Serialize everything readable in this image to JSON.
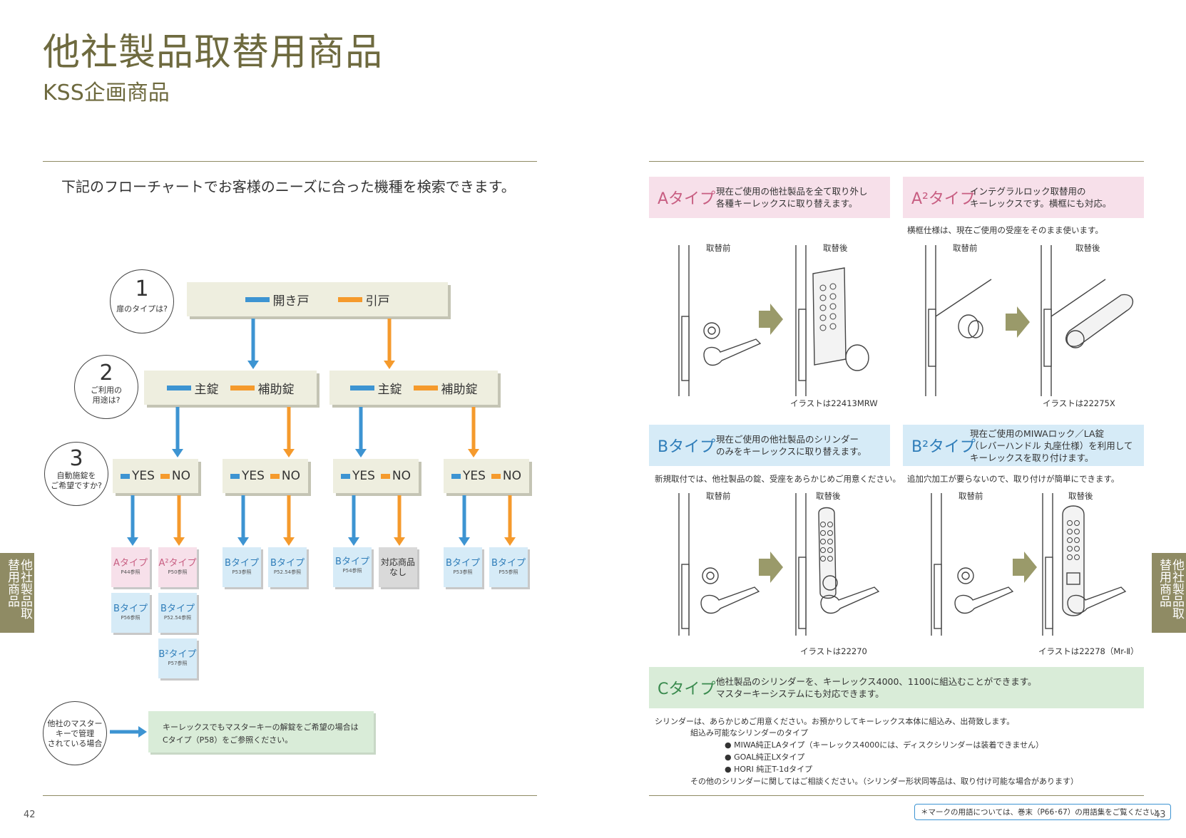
{
  "left": {
    "title": "他社製品取替用商品",
    "subtitle": "KSS企画商品",
    "intro": "下記のフローチャートでお客様のニーズに合った機種を検索できます。",
    "questions": [
      {
        "num": "1",
        "text1": "扉のタイプは?",
        "text2": ""
      },
      {
        "num": "2",
        "text1": "ご利用の",
        "text2": "用途は?"
      },
      {
        "num": "3",
        "text1": "自動施錠を",
        "text2": "ご希望ですか?"
      }
    ],
    "door": {
      "hinged": "開き戸",
      "sliding": "引戸"
    },
    "usage": {
      "main": "主錠",
      "aux": "補助錠"
    },
    "yes": "YES",
    "no": "NO",
    "results": {
      "r1": {
        "t": "Aタイプ",
        "r": "P44参照"
      },
      "r2": {
        "t": "A²タイプ",
        "r": "P50参照"
      },
      "r3": {
        "t": "Bタイプ",
        "r": "P56参照"
      },
      "r4": {
        "t": "Bタイプ",
        "r": "P52.54参照"
      },
      "r5": {
        "t": "B²タイプ",
        "r": "P57参照"
      },
      "r6": {
        "t": "Bタイプ",
        "r": "P53参照"
      },
      "r7": {
        "t": "Bタイプ",
        "r": "P52.54参照"
      },
      "r8": {
        "t": "Bタイプ",
        "r": "P54参照"
      },
      "r9": {
        "t1": "対応商品",
        "t2": "なし"
      },
      "r10": {
        "t": "Bタイプ",
        "r": "P53参照"
      },
      "r11": {
        "t": "Bタイプ",
        "r": "P55参照"
      }
    },
    "master": {
      "q1": "他社のマスター",
      "q2": "キーで管理",
      "q3": "されている場合",
      "a1": "キーレックスでもマスターキーの解錠をご希望の場合は",
      "a2": "Cタイプ（P58）をご参照ください。"
    },
    "page_no": "42",
    "side_tab": "他社製品取替用商品"
  },
  "right": {
    "a": {
      "name": "Aタイプ",
      "d1": "現在ご使用の他社製品を全て取り外し",
      "d2": "各種キーレックスに取り替えます。",
      "before": "取替前",
      "after": "取替後",
      "caption": "イラストは22413MRW"
    },
    "a2": {
      "name": "A²タイプ",
      "d1": "インテグラルロック取替用の",
      "d2": "キーレックスです。横框にも対応。",
      "note": "横框仕様は、現在ご使用の受座をそのまま使います。",
      "before": "取替前",
      "after": "取替後",
      "caption": "イラストは22275X"
    },
    "b": {
      "name": "Bタイプ",
      "d1": "現在ご使用の他社製品のシリンダー",
      "d2": "のみをキーレックスに取り替えます。",
      "note": "新規取付では、他社製品の錠、受座をあらかじめご用意ください。",
      "before": "取替前",
      "after": "取替後",
      "caption": "イラストは22270"
    },
    "b2": {
      "name": "B²タイプ",
      "d1": "現在ご使用のMIWAロック／LA錠",
      "d2": "（レバーハンドル 丸座仕様）を利用して",
      "d3": "キーレックスを取り付けます。",
      "note": "追加穴加工が要らないので、取り付けが簡単にできます。",
      "before": "取替前",
      "after": "取替後",
      "caption": "イラストは22278（Mr-Ⅱ）"
    },
    "c": {
      "name": "Cタイプ",
      "d1": "他社製品のシリンダーを、キーレックス4000、1100に組込むことができます。",
      "d2": "マスターキーシステムにも対応できます。"
    },
    "c_notes": {
      "l1": "シリンダーは、あらかじめご用意ください。お預かりしてキーレックス本体に組込み、出荷致します。",
      "l2": "組込み可能なシリンダーのタイプ",
      "b1": "● MIWA純正LAタイプ（キーレックス4000には、ディスクシリンダーは装着できません）",
      "b2": "● GOAL純正LXタイプ",
      "b3": "● HORI 純正T-1dタイプ",
      "l3": "その他のシリンダーに関してはご相談ください。（シリンダー形状同等品は、取り付け可能な場合があります）"
    },
    "footer_note": "＊マークの用語については、巻末（P66･67）の用語集をご覧ください。",
    "page_no": "43",
    "side_tab": "他社製品取替用商品"
  },
  "colors": {
    "olive": "#8f8b64",
    "title": "#6e6a3f",
    "blue": "#3d94d2",
    "orange": "#f59a2c",
    "pink": "#f7e0ea",
    "lightblue": "#d6ebf7",
    "green": "#d9ecd8"
  }
}
